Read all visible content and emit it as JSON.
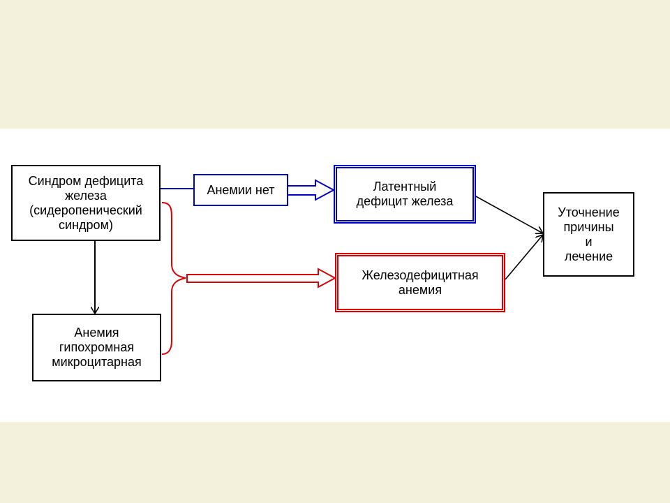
{
  "diagram": {
    "syndrome": {
      "lines": [
        "Синдром дефицита",
        "железа",
        "(сидеропенический",
        "синдром)"
      ]
    },
    "anemia_hypochromic": {
      "lines": [
        "Анемия",
        "гипохромная",
        "микроцитарная"
      ]
    },
    "no_anemia": {
      "label": "Анемии нет"
    },
    "latent_deficiency": {
      "lines": [
        "Латентный",
        "дефицит железа"
      ]
    },
    "iron_deficiency_anemia": {
      "lines": [
        "Железодефицитная",
        "анемия"
      ]
    },
    "clarification": {
      "lines": [
        "Уточнение",
        "причины",
        "и",
        "лечение"
      ]
    },
    "colors": {
      "background": "#f3f0dc",
      "panel": "#ffffff",
      "blue": "#0000cc",
      "red": "#dd0000",
      "black": "#000000"
    }
  }
}
